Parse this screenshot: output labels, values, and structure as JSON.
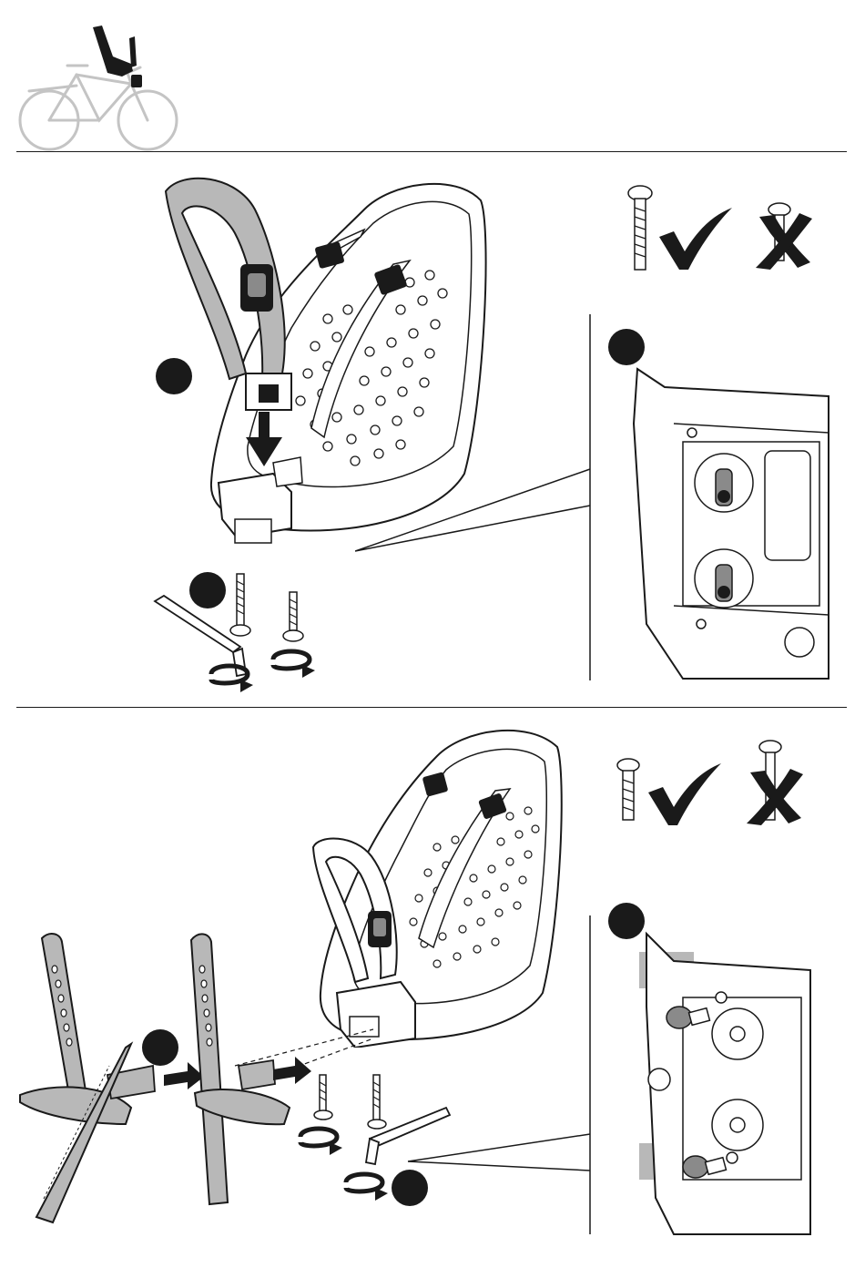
{
  "header": {
    "bike_icon": "bicycle-with-front-child-seat-icon"
  },
  "section_1": {
    "seat_illustration": "child-seat-handlebar-icon",
    "step_markers": [
      "step-marker",
      "step-marker",
      "step-marker"
    ],
    "screw_ok_icon": "checkmark-icon",
    "screw_wrong_icon": "cross-icon",
    "tools": [
      "allen-key-icon",
      "rotate-clockwise-icon"
    ]
  },
  "section_2": {
    "seat_illustration": "child-seat-footrests-icon",
    "step_markers": [
      "step-marker",
      "step-marker",
      "step-marker"
    ],
    "screw_ok_icon": "checkmark-icon",
    "screw_wrong_icon": "cross-icon",
    "tools": [
      "allen-key-icon",
      "rotate-clockwise-icon"
    ]
  },
  "colors": {
    "ink": "#1a1a1a",
    "fill_gray": "#b8b8b8",
    "light_gray": "#d4d4d4",
    "bike_gray": "#bfbfbf"
  }
}
